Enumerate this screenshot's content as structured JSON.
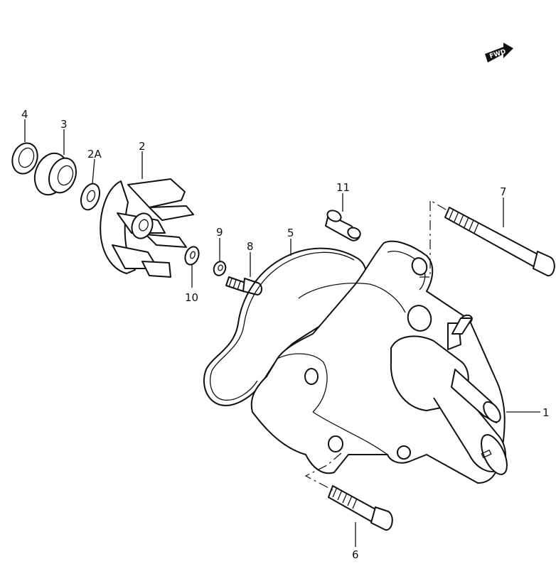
{
  "fwd_badge": "FWD",
  "parts": [
    {
      "id": "p1",
      "label": "1",
      "name": "water-pump-case"
    },
    {
      "id": "p2",
      "label": "2",
      "name": "impeller"
    },
    {
      "id": "p2a",
      "label": "2A",
      "name": "washer"
    },
    {
      "id": "p3",
      "label": "3",
      "name": "mechanical-seal"
    },
    {
      "id": "p4",
      "label": "4",
      "name": "oil-seal"
    },
    {
      "id": "p5",
      "label": "5",
      "name": "o-ring"
    },
    {
      "id": "p6",
      "label": "6",
      "name": "bolt-lower"
    },
    {
      "id": "p7",
      "label": "7",
      "name": "bolt-long"
    },
    {
      "id": "p8",
      "label": "8",
      "name": "bolt-impeller"
    },
    {
      "id": "p9",
      "label": "9",
      "name": "washer-small"
    },
    {
      "id": "p10",
      "label": "10",
      "name": "washer-impeller"
    },
    {
      "id": "p11",
      "label": "11",
      "name": "dowel-pin"
    }
  ]
}
